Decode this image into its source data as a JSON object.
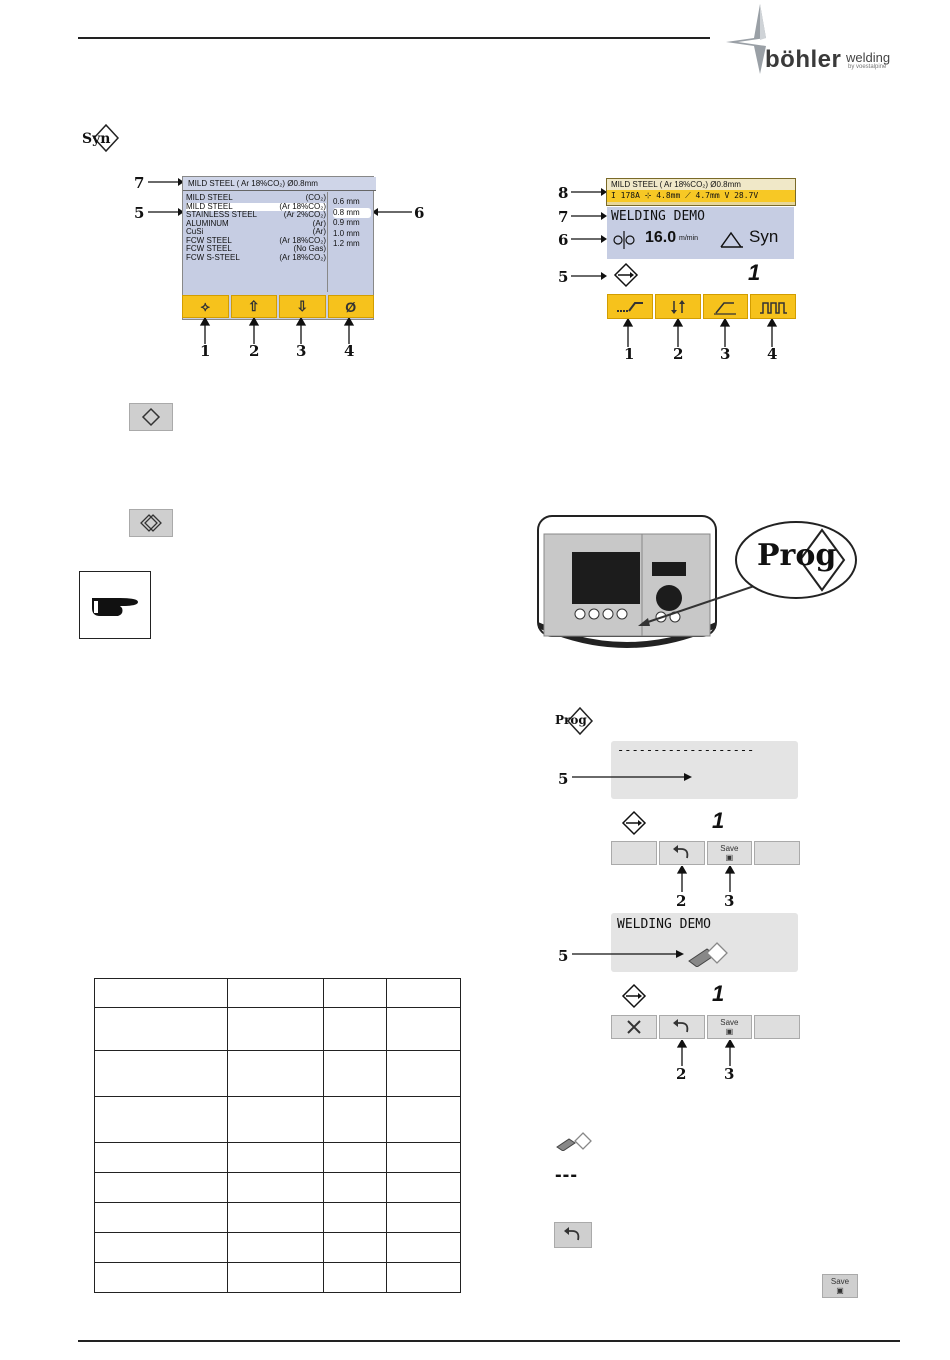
{
  "brand": {
    "name": "böhler",
    "suffix": "welding",
    "sub": "by voestalpine"
  },
  "syn_label": "Syn",
  "screen1": {
    "title": "MILD STEEL ( Ar 18%CO₂) Ø0.8mm",
    "rows": [
      {
        "material": "MILD STEEL",
        "gas": "(CO₂)"
      },
      {
        "material": "MILD STEEL",
        "gas": "(Ar 18%CO₂)"
      },
      {
        "material": "STAINLESS STEEL",
        "gas": "(Ar 2%CO₂)"
      },
      {
        "material": "ALUMINUM",
        "gas": "(Ar)"
      },
      {
        "material": "CuSi",
        "gas": "(Ar)"
      },
      {
        "material": "FCW STEEL",
        "gas": "(Ar 18%CO₂)"
      },
      {
        "material": "FCW STEEL",
        "gas": "(No Gas)"
      },
      {
        "material": "FCW S-STEEL",
        "gas": "(Ar 18%CO₂)"
      }
    ],
    "wires": [
      "0.6 mm",
      "0.8 mm",
      "0.9 mm",
      "1.0 mm",
      "1.2 mm"
    ],
    "keys": [
      "⟡",
      "⇧",
      "⇩",
      "Ø"
    ],
    "callouts_left": [
      "7",
      "5"
    ],
    "callout_right": "6",
    "callouts_bottom": [
      "1",
      "2",
      "3",
      "4"
    ]
  },
  "screen2": {
    "line1": "MILD STEEL ( Ar 18%CO₂) Ø0.8mm",
    "line2": "I 178A  ⊹ 4.8mm  ⟋ 4.7mm  V 28.7V",
    "program_name": "WELDING DEMO",
    "wire_speed": "16.0",
    "wire_unit": "m/min",
    "mode": "Syn",
    "prog_number": "1",
    "callouts_left": [
      "8",
      "7",
      "6",
      "5"
    ],
    "callouts_bottom": [
      "1",
      "2",
      "3",
      "4"
    ]
  },
  "prog_label": "Prog",
  "screen3": {
    "dashes": "-------------------",
    "prog_number": "1",
    "save_label": "Save",
    "callout_left": "5",
    "callouts_bottom": [
      "2",
      "3"
    ]
  },
  "screen4": {
    "program_name": "WELDING DEMO",
    "prog_number": "1",
    "save_label": "Save",
    "callout_left": "5",
    "callouts_bottom": [
      "2",
      "3"
    ]
  },
  "legend": {
    "dashes": "---",
    "save_label": "Save"
  },
  "table": {
    "rows": 9,
    "cols": 4
  }
}
